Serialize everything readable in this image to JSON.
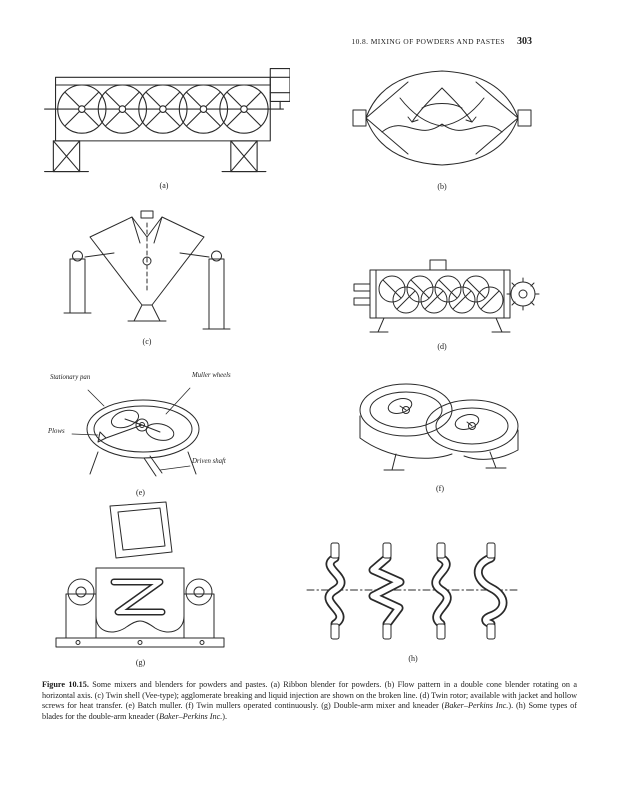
{
  "page": {
    "header_title": "10.8. MIXING OF POWDERS AND PASTES",
    "page_number": "303"
  },
  "figure_labels": {
    "a": "(a)",
    "b": "(b)",
    "c": "(c)",
    "d": "(d)",
    "e": "(e)",
    "f": "(f)",
    "g": "(g)",
    "h": "(h)"
  },
  "figure_e_annotations": {
    "stationary_pan": "Stationary pan",
    "muller_wheels": "Muller wheels",
    "plows": "Plows",
    "driven_shaft": "Driven shaft"
  },
  "caption": {
    "label": "Figure 10.15.",
    "seg1": " Some mixers and blenders for powders and pastes. (a) Ribbon blender for powders. (b) Flow pattern in a double cone blender rotating on a horizontal axis. (c) Twin shell (Vee-type); agglomerate breaking and liquid injection are shown on the broken line. (d) Twin rotor; available with jacket and hollow screws for heat transfer. (e) Batch muller. (f) Twin mullers operated continuously. (g) Double-arm mixer and kneader (",
    "italic1": "Baker–Perkins Inc.",
    "seg2": "). (h) Some types of blades for the double-arm kneader (",
    "italic2": "Baker–Perkins Inc.",
    "seg3": ")."
  }
}
